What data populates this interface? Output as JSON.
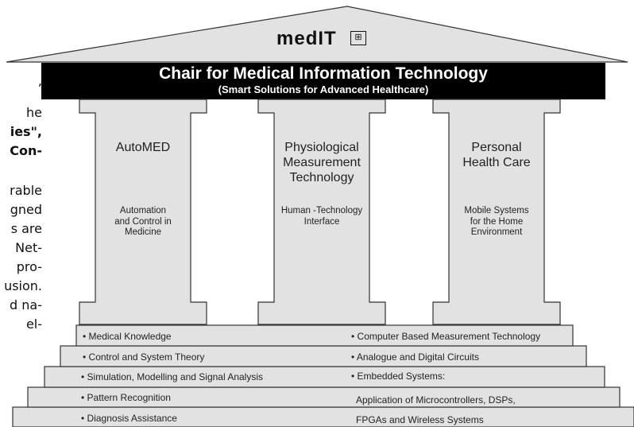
{
  "background_text": [
    ",",
    "he",
    "ies\",",
    "Con-",
    "rable",
    "gned",
    "s are",
    "Net-",
    "pro-",
    "usion.",
    "d na-",
    "el-"
  ],
  "logo": {
    "text": "medIT"
  },
  "banner": {
    "title": "Chair for Medical Information Technology",
    "subtitle": "(Smart Solutions for Advanced Healthcare)"
  },
  "pillars": [
    {
      "title_lines": [
        "AutoMED"
      ],
      "sub_lines": [
        "Automation",
        "and Control in",
        "Medicine"
      ]
    },
    {
      "title_lines": [
        "Physiological",
        "Measurement",
        "Technology"
      ],
      "sub_lines": [
        "Human -Technology",
        "Interface"
      ]
    },
    {
      "title_lines": [
        "Personal",
        "Health Care"
      ],
      "sub_lines": [
        "Mobile Systems",
        "for the Home",
        "Environment"
      ]
    }
  ],
  "steps": [
    {
      "left": "• Medical Knowledge",
      "right": "• Computer Based Measurement Technology"
    },
    {
      "left": "• Control and System Theory",
      "right": "• Analogue and Digital Circuits"
    },
    {
      "left": "• Simulation, Modelling and Signal Analysis",
      "right": "• Embedded Systems:"
    },
    {
      "left": "• Pattern Recognition",
      "right": "Application of Microcontrollers, DSPs,"
    },
    {
      "left": "• Diagnosis Assistance",
      "right": "FPGAs and Wireless Systems"
    }
  ]
}
